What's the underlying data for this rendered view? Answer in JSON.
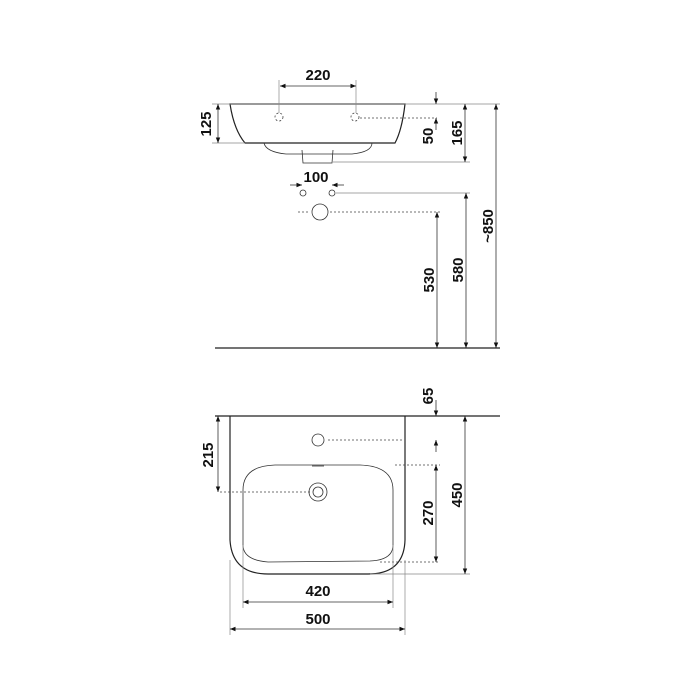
{
  "side_view": {
    "dims": {
      "tap_spacing": "220",
      "height_125": "125",
      "overflow_50": "50",
      "depth_165": "165",
      "total_850": "~850",
      "valve_spacing": "100",
      "drain_530": "530",
      "supply_580": "580"
    }
  },
  "front_view": {
    "dims": {
      "tap_65": "65",
      "drain_215": "215",
      "bowl_270": "270",
      "depth_450": "450",
      "bowl_420": "420",
      "width_500": "500"
    }
  }
}
